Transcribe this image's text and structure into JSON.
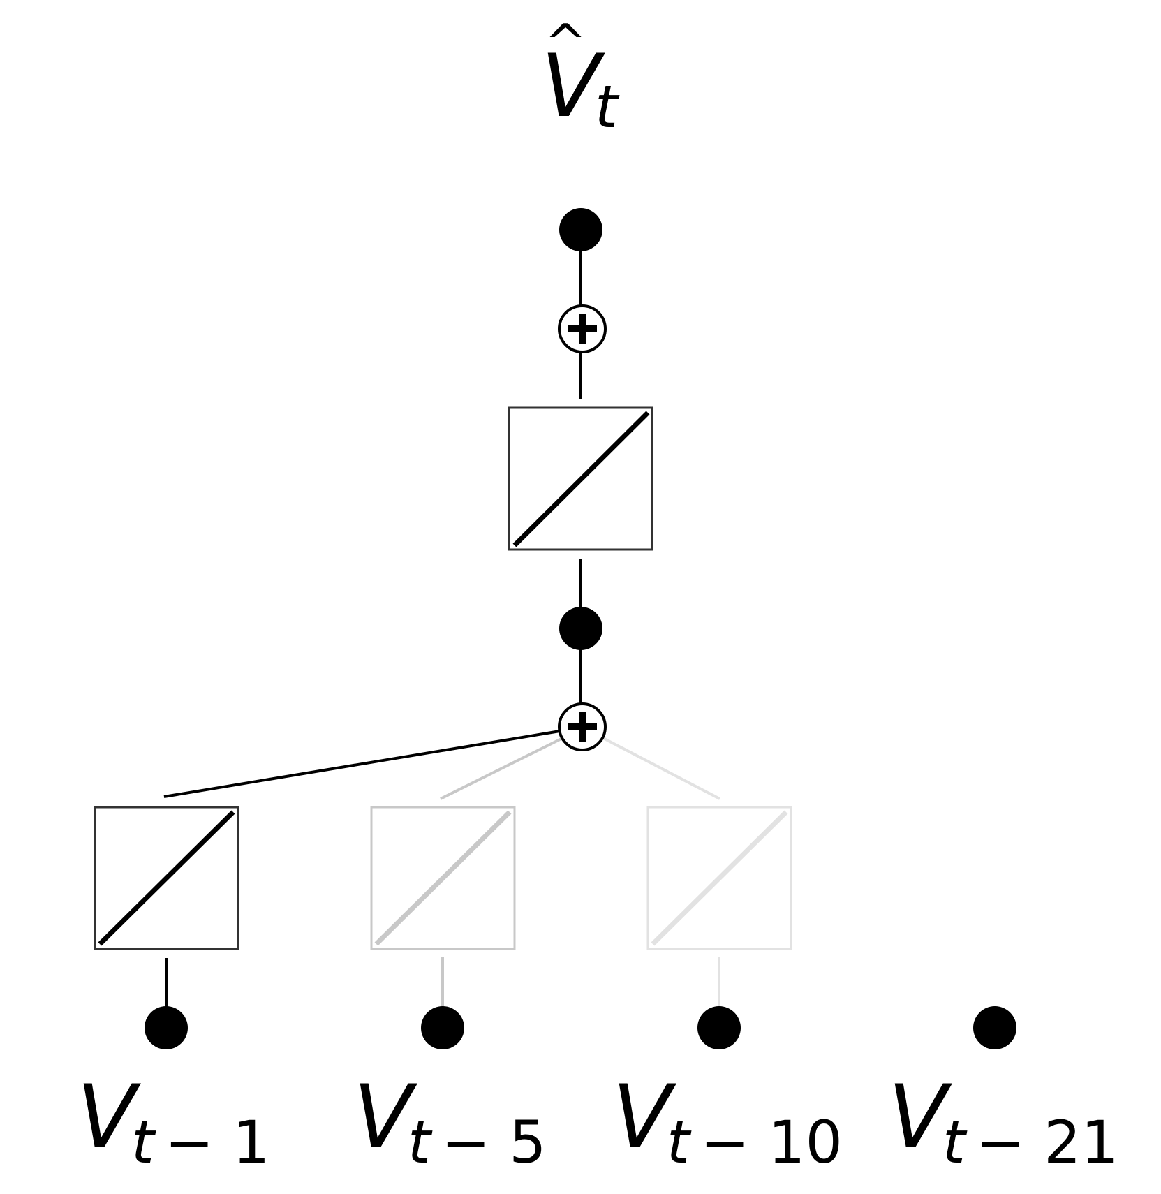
{
  "diagram": {
    "output": {
      "base": "V",
      "hat": "^",
      "subscript": "t"
    },
    "inputs": [
      {
        "base": "V",
        "sub_var": "t",
        "sub_rest": "− 1",
        "weight_color": "#000000"
      },
      {
        "base": "V",
        "sub_var": "t",
        "sub_rest": "− 5",
        "weight_color": "#c8c8c8"
      },
      {
        "base": "V",
        "sub_var": "t",
        "sub_rest": "− 10",
        "weight_color": "#e2e2e2"
      },
      {
        "base": "V",
        "sub_var": "t",
        "sub_rest": "− 21",
        "weight_color": null
      }
    ],
    "sum_symbol": "+",
    "colors": {
      "strong": "#000000",
      "box_border": "#333333",
      "medium": "#c8c8c8",
      "light": "#e2e2e2"
    }
  }
}
